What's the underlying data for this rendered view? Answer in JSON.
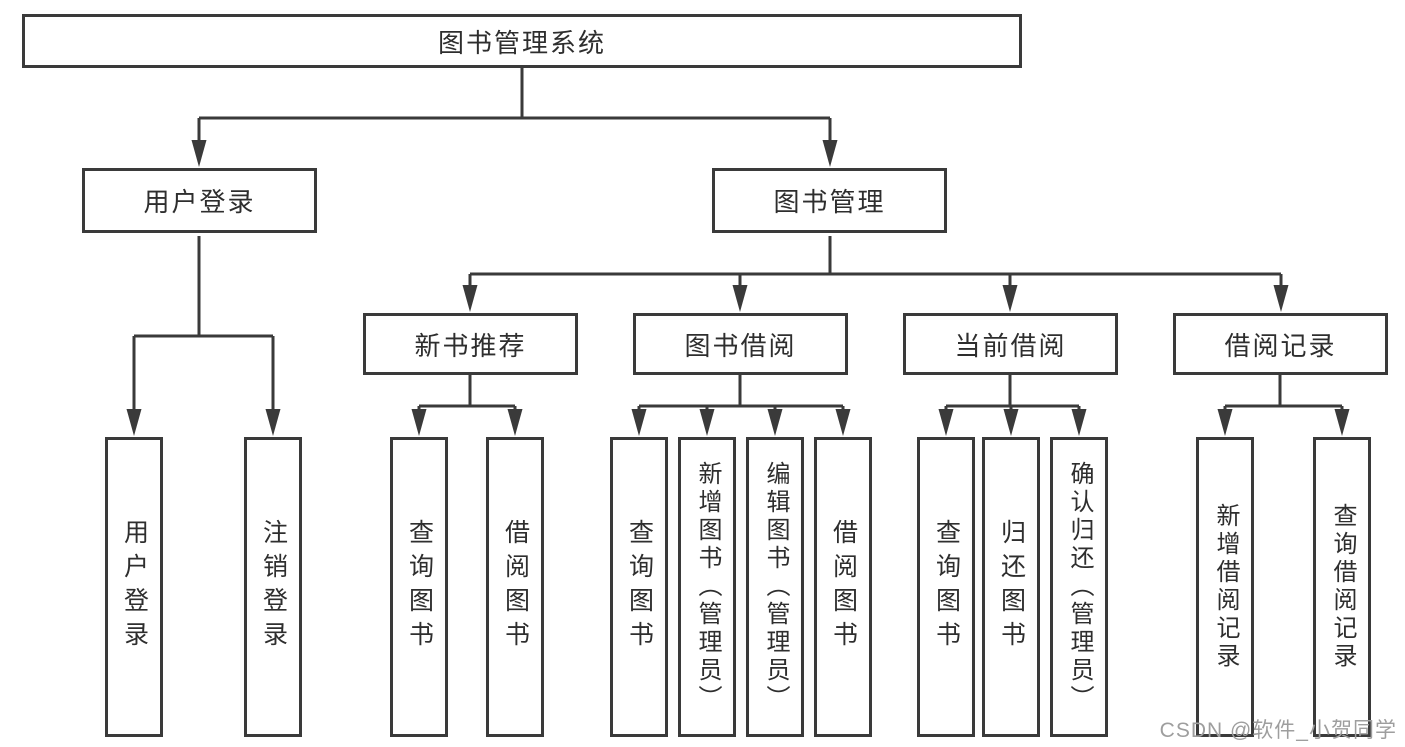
{
  "diagram": {
    "root": {
      "label": "图书管理系统"
    },
    "level2": {
      "user_login": {
        "label": "用户登录"
      },
      "book_management": {
        "label": "图书管理"
      }
    },
    "level3": {
      "new_books": {
        "label": "新书推荐"
      },
      "book_borrow": {
        "label": "图书借阅"
      },
      "current_borrow": {
        "label": "当前借阅"
      },
      "borrow_records": {
        "label": "借阅记录"
      }
    },
    "level4": {
      "user_login_children": [
        {
          "label": "用户登录"
        },
        {
          "label": "注销登录"
        }
      ],
      "new_books_children": [
        {
          "label": "查询图书"
        },
        {
          "label": "借阅图书"
        }
      ],
      "book_borrow_children": [
        {
          "label": "查询图书"
        },
        {
          "label": "新增图书（管理员）"
        },
        {
          "label": "编辑图书（管理员）"
        },
        {
          "label": "借阅图书"
        }
      ],
      "current_borrow_children": [
        {
          "label": "查询图书"
        },
        {
          "label": "归还图书"
        },
        {
          "label": "确认归还（管理员）"
        }
      ],
      "borrow_records_children": [
        {
          "label": "新增借阅记录"
        },
        {
          "label": "查询借阅记录"
        }
      ]
    }
  },
  "watermark": "CSDN @软件_小贺同学",
  "colors": {
    "line": "#3a3a3a",
    "text": "#2e2e2e",
    "watermark": "#9e9e9e",
    "background": "#ffffff"
  }
}
